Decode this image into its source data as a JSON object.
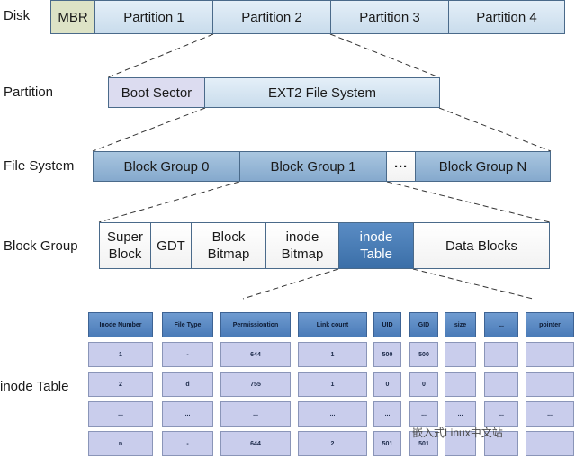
{
  "labels": {
    "disk": "Disk",
    "partition": "Partition",
    "file_system": "File System",
    "block_group": "Block Group",
    "inode_table": "inode Table"
  },
  "disk_row": [
    "MBR",
    "Partition 1",
    "Partition 2",
    "Partition 3",
    "Partition 4"
  ],
  "partition_row": [
    "Boot Sector",
    "EXT2 File System"
  ],
  "fs_row": [
    "Block Group 0",
    "Block Group 1",
    "···",
    "Block Group N"
  ],
  "bg_row": [
    "Super\nBlock",
    "GDT",
    "Block\nBitmap",
    "inode\nBitmap",
    "inode\nTable",
    "Data Blocks"
  ],
  "table": {
    "headers": [
      "Inode Number",
      "File Type",
      "Permissiontion",
      "Link count",
      "UID",
      "GID",
      "size",
      "...",
      "pointer"
    ],
    "rows": [
      [
        "1",
        "-",
        "644",
        "1",
        "500",
        "500",
        "",
        "",
        ""
      ],
      [
        "2",
        "d",
        "755",
        "1",
        "0",
        "0",
        "",
        "",
        ""
      ],
      [
        "...",
        "...",
        "...",
        "...",
        "...",
        "...",
        "...",
        "...",
        "..."
      ],
      [
        "n",
        "-",
        "644",
        "2",
        "501",
        "501",
        "",
        "",
        ""
      ]
    ]
  },
  "watermark": "嵌入式Linux中文站",
  "colors": {
    "mbr": "#dde3c6",
    "light_blue": "#c9dcec",
    "mid_blue": "#85a9cd",
    "dark_blue": "#3b6fa8",
    "boot_sector": "#dcdcf0",
    "table_cell": "#c9cdec",
    "table_header": "#4a7bb8"
  }
}
